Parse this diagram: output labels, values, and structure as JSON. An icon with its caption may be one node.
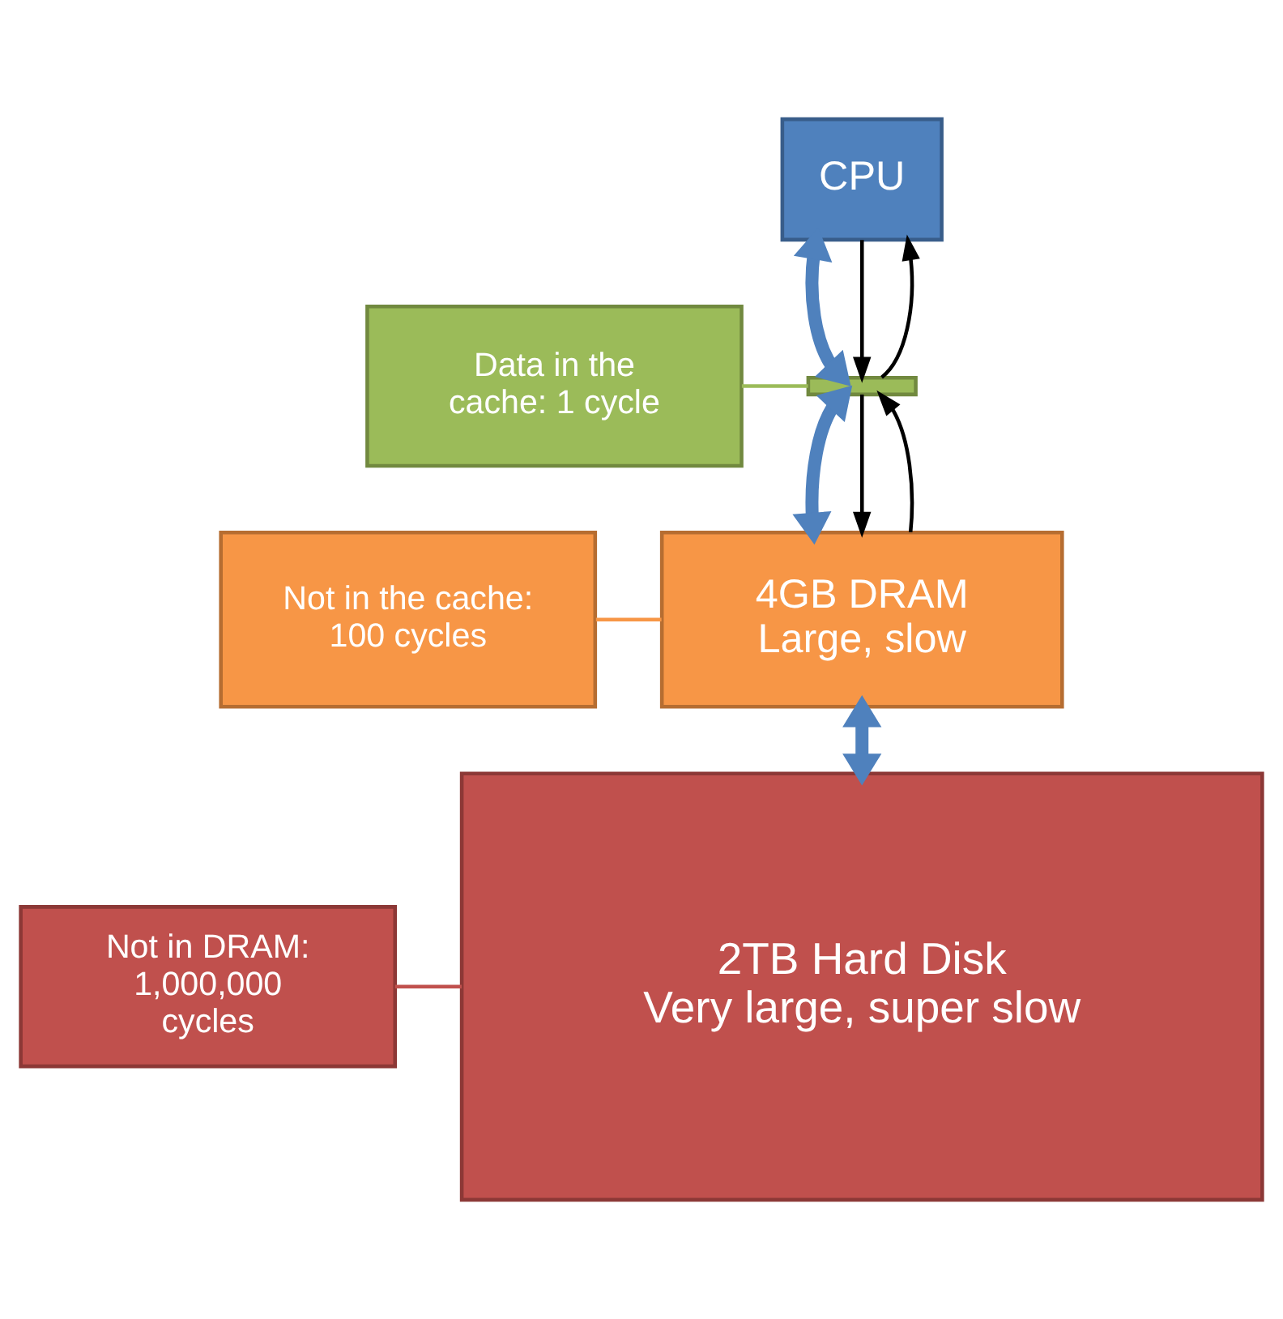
{
  "diagram": {
    "nodes": [
      {
        "text": [
          "CPU"
        ]
      },
      {
        "text": [],
        "shape": "box"
      },
      {
        "text": [
          "4GB DRAM",
          "Large, slow"
        ]
      },
      {
        "text": [
          "2TB Hard Disk",
          "Very large, super slow"
        ]
      },
      {
        "text": [
          "Data in the cache: 1 cycle"
        ]
      },
      {
        "text": [
          "Not in the cache: 100 cycles"
        ]
      },
      {
        "text": [
          "Not in DRAM: 1,000,000 cycles"
        ]
      }
    ],
    "edges": [
      {
        "from": 0,
        "to": 1,
        "arrow": "both",
        "style": "thick",
        "color": "#4f81bd"
      },
      {
        "from": 1,
        "to": 2,
        "arrow": "both",
        "style": "thick",
        "color": "#4f81bd"
      },
      {
        "from": 2,
        "to": 3,
        "arrow": "both",
        "style": "thick",
        "color": "#4f81bd"
      },
      {
        "from": 0,
        "to": 1,
        "arrow": "to",
        "color": "#000000"
      },
      {
        "from": 1,
        "to": 2,
        "arrow": "to",
        "color": "#000000"
      },
      {
        "from": 2,
        "to": 1,
        "arrow": "to",
        "color": "#000000"
      },
      {
        "from": 1,
        "to": 0,
        "arrow": "to",
        "color": "#000000"
      },
      {
        "from": 4,
        "to": 1,
        "arrow": "none",
        "color": "#9bbb59"
      },
      {
        "from": 5,
        "to": 2,
        "arrow": "none",
        "color": "#f79646"
      },
      {
        "from": 6,
        "to": 3,
        "arrow": "none",
        "color": "#c0504d"
      }
    ]
  }
}
